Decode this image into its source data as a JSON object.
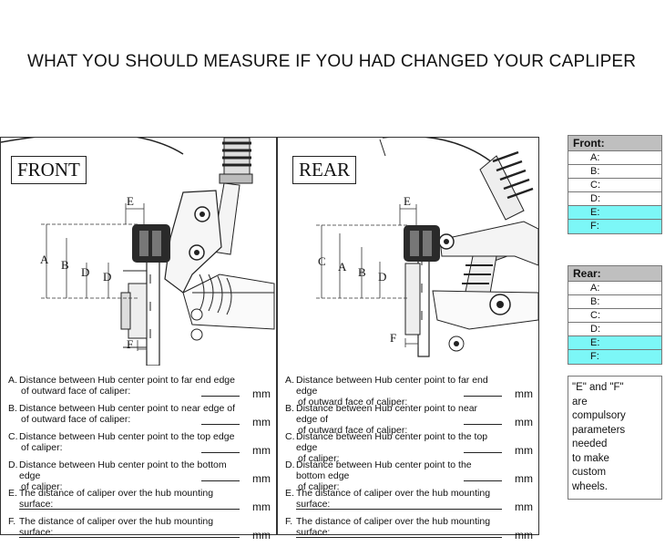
{
  "title": "WHAT YOU SHOULD MEASURE IF YOU HAD CHANGED YOUR CAPLIPER",
  "front": {
    "label": "FRONT",
    "dim_labels": {
      "a": "A",
      "b": "B",
      "d1": "D",
      "d2": "D",
      "e": "E",
      "f": "F"
    },
    "questions": [
      {
        "num": "A.",
        "line1": "Distance between Hub center point to far end edge",
        "line2": "of outward face of caliper:",
        "unit": "mm"
      },
      {
        "num": "B.",
        "line1": "Distance between Hub center point to near edge of",
        "line2": "of outward face of caliper:",
        "unit": "mm"
      },
      {
        "num": "C.",
        "line1": "Distance between Hub center point to the top edge",
        "line2": "of caliper:",
        "unit": "mm"
      },
      {
        "num": "D.",
        "line1": "Distance between Hub center point to the bottom edge",
        "line2": "of caliper:",
        "unit": "mm"
      },
      {
        "num": "E.",
        "line1": "The distance of caliper over the hub mounting surface:",
        "line2": "",
        "unit": "mm"
      },
      {
        "num": "F.",
        "line1": "The distance of caliper over the hub mounting surface:",
        "line2": "",
        "unit": "mm"
      }
    ]
  },
  "rear": {
    "label": "REAR",
    "dim_labels": {
      "c": "C",
      "a": "A",
      "b": "B",
      "d": "D",
      "e": "E",
      "f": "F"
    },
    "questions": [
      {
        "num": "A.",
        "line1": "Distance between Hub center point to far end edge",
        "line2": "of outward face of caliper:",
        "unit": "mm"
      },
      {
        "num": "B.",
        "line1": "Distance between Hub center point to near edge of",
        "line2": "of outward face of caliper:",
        "unit": "mm"
      },
      {
        "num": "C.",
        "line1": "Distance between Hub center point to the top edge",
        "line2": "of caliper:",
        "unit": "mm"
      },
      {
        "num": "D.",
        "line1": "Distance between Hub center point to the bottom edge",
        "line2": "of caliper:",
        "unit": "mm"
      },
      {
        "num": "E.",
        "line1": "The distance of caliper over the hub mounting surface:",
        "line2": "",
        "unit": "mm"
      },
      {
        "num": "F.",
        "line1": "The distance of caliper over the hub mounting surface:",
        "line2": "",
        "unit": "mm"
      }
    ]
  },
  "spec_front": {
    "header": "Front:",
    "rows": [
      {
        "label": "A:",
        "highlight": false
      },
      {
        "label": "B:",
        "highlight": false
      },
      {
        "label": "C:",
        "highlight": false
      },
      {
        "label": "D:",
        "highlight": false
      },
      {
        "label": "E:",
        "highlight": true
      },
      {
        "label": "F:",
        "highlight": true
      }
    ]
  },
  "spec_rear": {
    "header": "Rear:",
    "rows": [
      {
        "label": "A:",
        "highlight": false
      },
      {
        "label": "B:",
        "highlight": false
      },
      {
        "label": "C:",
        "highlight": false
      },
      {
        "label": "D:",
        "highlight": false
      },
      {
        "label": "E:",
        "highlight": true
      },
      {
        "label": "F:",
        "highlight": true
      }
    ]
  },
  "note": {
    "lines": [
      "\"E\" and \"F\"",
      "are",
      "compulsory",
      "parameters",
      "needed",
      "to make",
      "custom",
      "wheels."
    ]
  },
  "colors": {
    "highlight": "#7cf7f7",
    "header": "#bfbfbf",
    "caliper": "#2a2a2a"
  }
}
